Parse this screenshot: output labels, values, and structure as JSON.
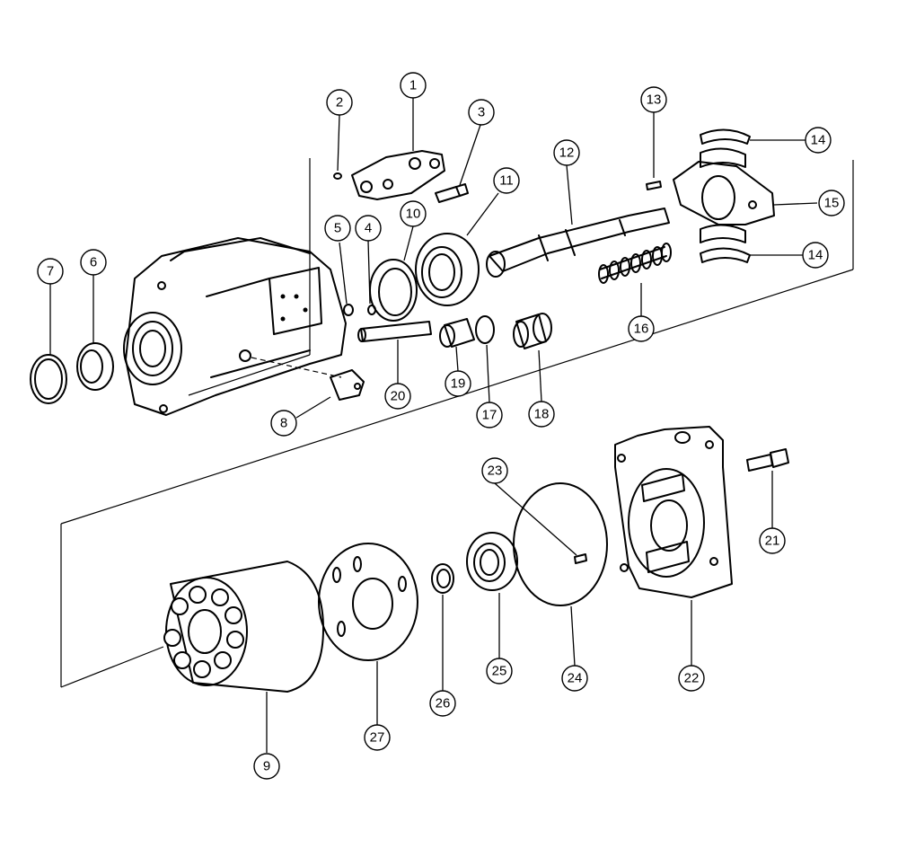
{
  "callouts": [
    {
      "id": "c1",
      "label": "1"
    },
    {
      "id": "c2",
      "label": "2"
    },
    {
      "id": "c3",
      "label": "3"
    },
    {
      "id": "c4",
      "label": "4"
    },
    {
      "id": "c5",
      "label": "5"
    },
    {
      "id": "c6",
      "label": "6"
    },
    {
      "id": "c7",
      "label": "7"
    },
    {
      "id": "c8",
      "label": "8"
    },
    {
      "id": "c9",
      "label": "9"
    },
    {
      "id": "c10",
      "label": "10"
    },
    {
      "id": "c11",
      "label": "11"
    },
    {
      "id": "c12",
      "label": "12"
    },
    {
      "id": "c13",
      "label": "13"
    },
    {
      "id": "c14a",
      "label": "14"
    },
    {
      "id": "c14b",
      "label": "14"
    },
    {
      "id": "c15",
      "label": "15"
    },
    {
      "id": "c16",
      "label": "16"
    },
    {
      "id": "c17",
      "label": "17"
    },
    {
      "id": "c18",
      "label": "18"
    },
    {
      "id": "c19",
      "label": "19"
    },
    {
      "id": "c20",
      "label": "20"
    },
    {
      "id": "c21",
      "label": "21"
    },
    {
      "id": "c22",
      "label": "22"
    },
    {
      "id": "c23",
      "label": "23"
    },
    {
      "id": "c24",
      "label": "24"
    },
    {
      "id": "c25",
      "label": "25"
    },
    {
      "id": "c26",
      "label": "26"
    },
    {
      "id": "c27",
      "label": "27"
    }
  ]
}
